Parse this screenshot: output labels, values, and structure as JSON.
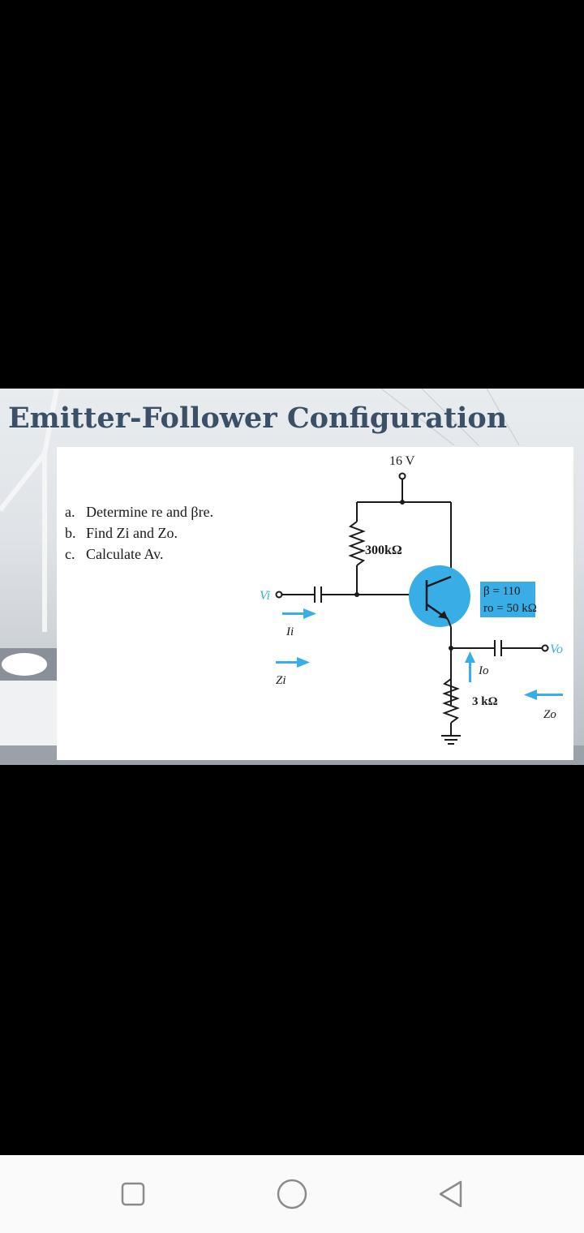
{
  "slide": {
    "title": "Emitter-Follower Configuration",
    "questions": [
      {
        "letter": "a.",
        "text": "Determine re and βre."
      },
      {
        "letter": "b.",
        "text": "Find Zi and Zo."
      },
      {
        "letter": "c.",
        "text": "Calculate Av."
      }
    ],
    "circuit": {
      "supply_label": "16 V",
      "base_resistor_label": "300kΩ",
      "emitter_resistor_label": "3 kΩ",
      "beta_label": "β = 110",
      "ro_label": "ro = 50 kΩ",
      "vi_label": "Vi",
      "ii_label": "Ii",
      "zi_label": "Zi",
      "vo_label": "Vo",
      "io_label": "Io",
      "zo_label": "Zo"
    }
  },
  "colors": {
    "title": "#3b4f66",
    "highlight": "#39aee6",
    "wire": "#1a1a1a"
  },
  "navbar": {
    "recent_icon": "square-recents-icon",
    "home_icon": "circle-home-icon",
    "back_icon": "triangle-back-icon"
  }
}
